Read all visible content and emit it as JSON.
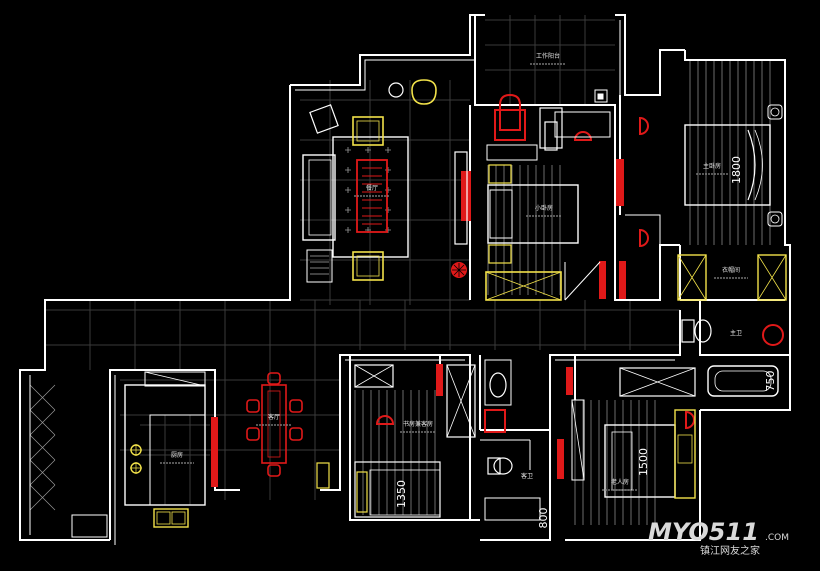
{
  "colors": {
    "background": "#000000",
    "wall": "#ffffff",
    "grid": "#3a3a3a",
    "furniture": "#f2e24a",
    "accent": "#e01919",
    "hatch": "#9a9a9a",
    "text": "#e8e8e8"
  },
  "rooms": {
    "work_balcony": "工作阳台",
    "dining_room": "餐厅",
    "living_room": "客厅",
    "kitchen": "厨房",
    "small_bedroom": "小卧房",
    "master_bedroom": "主卧房",
    "wardrobe": "衣帽间",
    "master_bath": "主卫",
    "study": "书房兼客房",
    "guest_bath": "客卫",
    "elder_room": "老人房"
  },
  "dimensions": {
    "master_bed": "1800",
    "bathtub": "750",
    "study_bed": "1350",
    "guest_bath_width": "800",
    "elder_bed": "1500"
  },
  "watermark": {
    "brand": "MYO511",
    "domain": ".COM",
    "caption": "镇江网友之家"
  }
}
